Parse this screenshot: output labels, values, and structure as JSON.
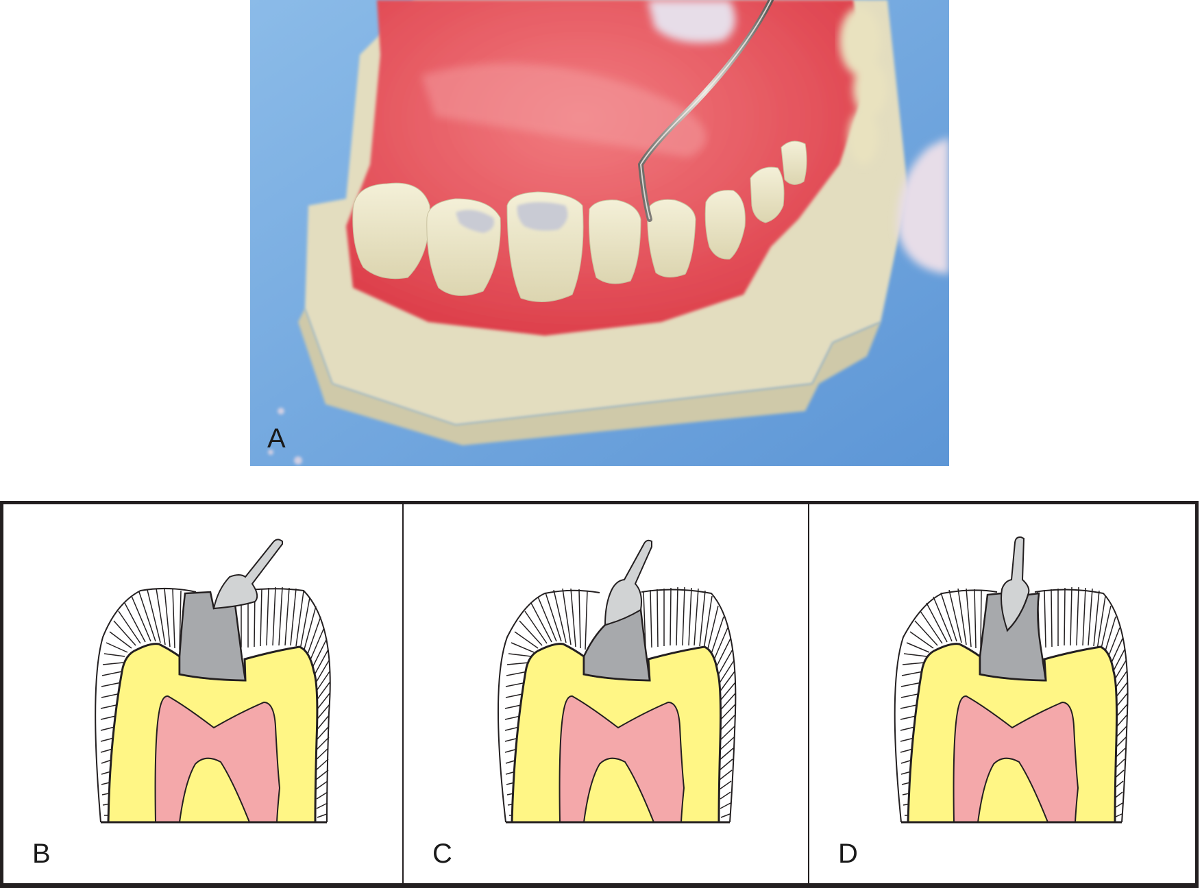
{
  "figure": {
    "panels": [
      {
        "id": "A",
        "label": "A",
        "type": "photograph",
        "subject": "typodont mandibular arch with probe at restored molar"
      },
      {
        "id": "B",
        "label": "B",
        "type": "diagram",
        "instrument_angle": "tilted-right-wide"
      },
      {
        "id": "C",
        "label": "C",
        "type": "diagram",
        "instrument_angle": "tilted-right-steep"
      },
      {
        "id": "D",
        "label": "D",
        "type": "diagram",
        "instrument_angle": "near-vertical"
      }
    ],
    "colors": {
      "background_blue": "#7fb2e3",
      "gingiva": "#e8505a",
      "typodont_base": "#e6e1c4",
      "tooth": "#eee8c8",
      "glove": "#e6dbe6",
      "enamel": "#ffffff",
      "dentin": "#fff685",
      "pulp": "#f4a8aa",
      "restoration": "#a7a9ac",
      "instrument": "#d1d3d4",
      "outline": "#231f20"
    }
  }
}
